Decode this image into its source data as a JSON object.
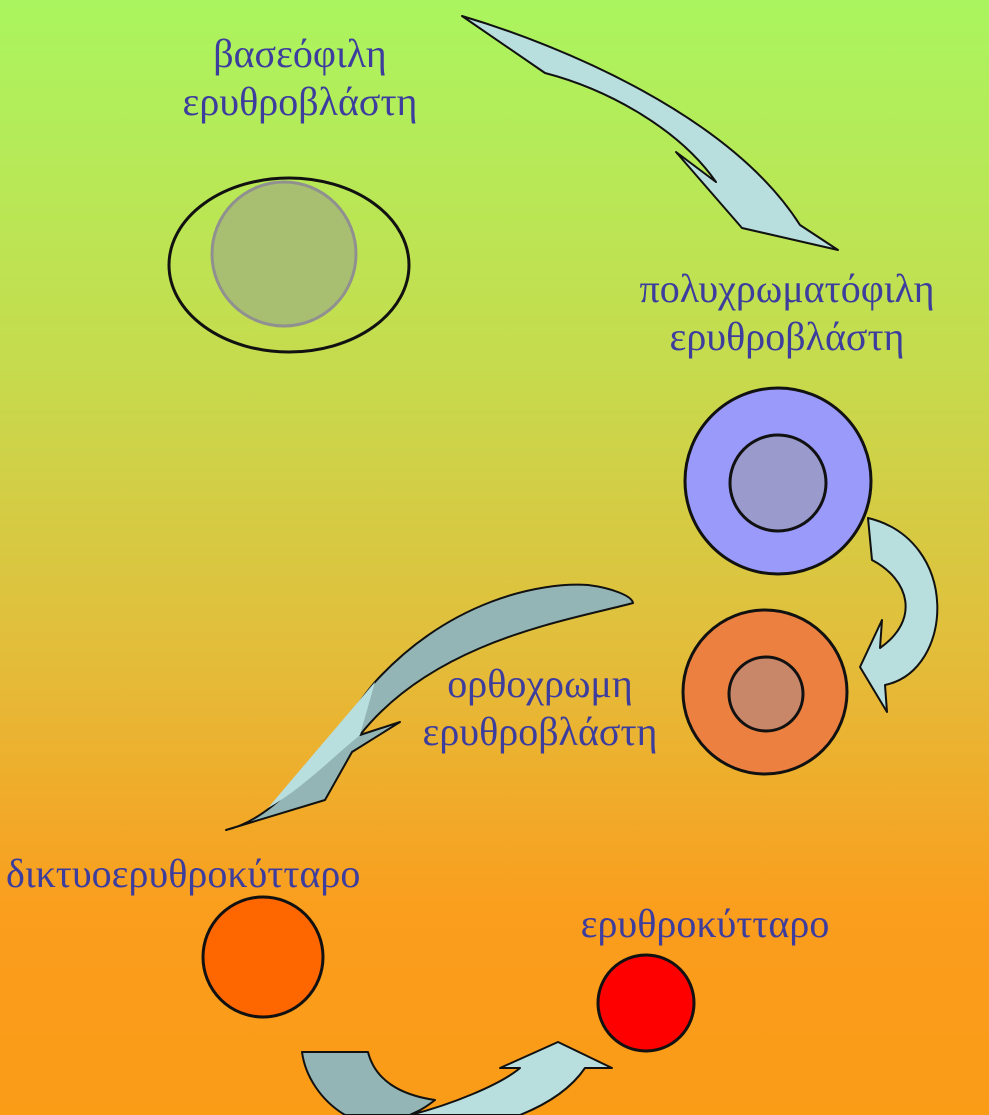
{
  "stages": [
    {
      "id": "basophilic",
      "lines": [
        "βασεόφιλη",
        "ερυθροβλάστη"
      ]
    },
    {
      "id": "polychromatic",
      "lines": [
        "πολυχρωματόφιλη",
        "ερυθροβλάστη"
      ]
    },
    {
      "id": "orthochromatic",
      "lines": [
        "ορθοχρωμη",
        "ερυθροβλάστη"
      ]
    },
    {
      "id": "reticulocyte",
      "lines": [
        "δικτυοερυθροκύτταρο"
      ]
    },
    {
      "id": "erythrocyte",
      "lines": [
        "ερυθροκύτταρο"
      ]
    }
  ],
  "colors": {
    "label_text": "#3d3d9e",
    "arrow_light": "#b8dede",
    "arrow_dark": "#93b5b5",
    "basophilic_nucleus": "#a8bf71",
    "polychromatic_cytoplasm": "#9a9afa",
    "polychromatic_nucleus": "#9a9acd",
    "orthochromatic_cytoplasm": "#eb8040",
    "orthochromatic_nucleus": "#c9876a",
    "reticulocyte": "#fe6600",
    "erythrocyte": "#fe0000"
  }
}
